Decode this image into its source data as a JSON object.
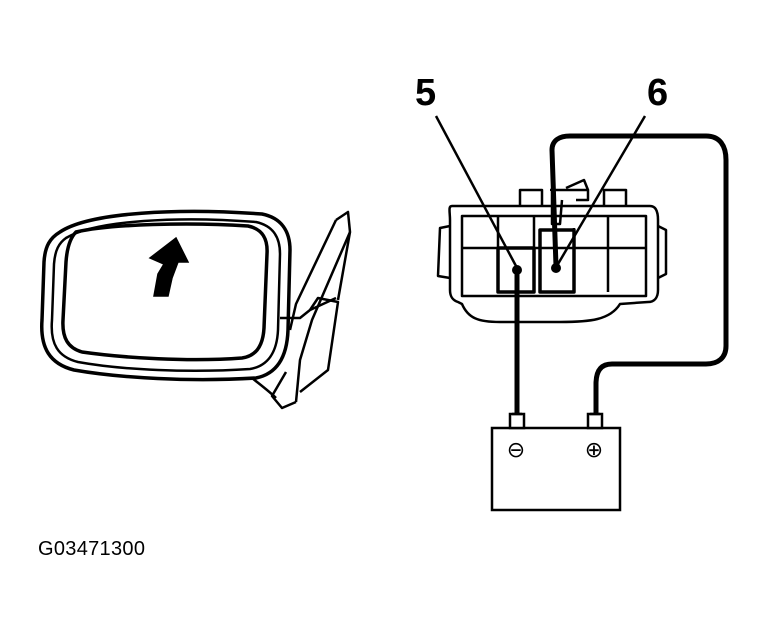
{
  "figure": {
    "code": "G03471300",
    "callouts": [
      {
        "id": "terminal-5",
        "label": "5"
      },
      {
        "id": "terminal-6",
        "label": "6"
      }
    ],
    "battery": {
      "negative_symbol": "⊖",
      "positive_symbol": "⊕"
    },
    "mirror": {
      "arrow_direction": "up"
    }
  }
}
